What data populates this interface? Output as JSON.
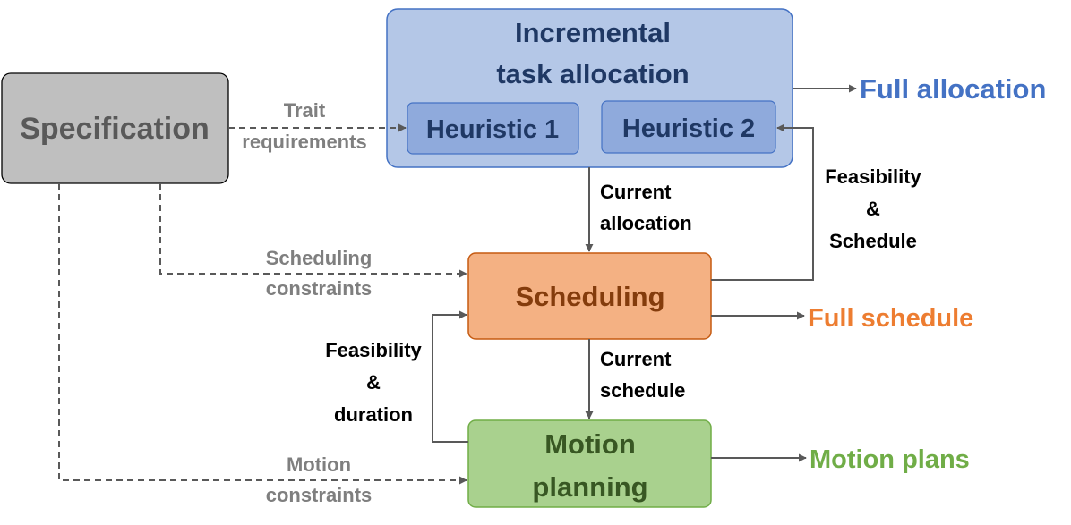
{
  "colors": {
    "allocation_fill": "#b4c7e7",
    "allocation_stroke": "#4472c4",
    "heuristic_fill": "#8faadc",
    "spec_fill": "#bfbfbf",
    "spec_stroke": "#000000",
    "sched_fill": "#f4b183",
    "sched_stroke": "#c55a11",
    "motion_fill": "#a9d18e",
    "motion_stroke": "#70ad47",
    "text_dark_blue": "#1f3864",
    "text_brown": "#843c0c",
    "text_dark_green": "#385723",
    "text_grey": "#7f7f7f",
    "text_spec": "#595959",
    "out_blue": "#4472c4",
    "out_orange": "#ed7d31",
    "out_green": "#70ad47",
    "arrow": "#595959"
  },
  "boxes": {
    "allocation": {
      "line1": "Incremental",
      "line2": "task allocation"
    },
    "heuristic1": "Heuristic 1",
    "heuristic2": "Heuristic 2",
    "specification": "Specification",
    "scheduling": "Scheduling",
    "motion": {
      "line1": "Motion",
      "line2": "planning"
    }
  },
  "outputs": {
    "full_allocation": "Full allocation",
    "full_schedule": "Full schedule",
    "motion_plans": "Motion plans"
  },
  "labels": {
    "trait": {
      "line1": "Trait",
      "line2": "requirements"
    },
    "scheduling_constraints": {
      "line1": "Scheduling",
      "line2": "constraints"
    },
    "motion_constraints": {
      "line1": "Motion",
      "line2": "constraints"
    },
    "current_allocation": {
      "line1": "Current",
      "line2": "allocation"
    },
    "current_schedule": {
      "line1": "Current",
      "line2": "schedule"
    },
    "feas_schedule": {
      "line1": "Feasibility",
      "line2": "&",
      "line3": "Schedule"
    },
    "feas_duration": {
      "line1": "Feasibility",
      "line2": "&",
      "line3": "duration"
    }
  }
}
